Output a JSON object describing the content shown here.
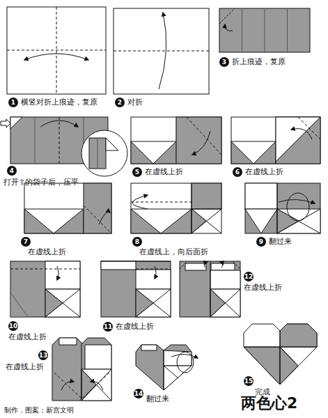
{
  "diagram": {
    "title": "两色心2",
    "caption": "制作．图案：新宫文明",
    "labels": [
      "1",
      "横竖对折上痕迹，复原",
      "2",
      "对折",
      "3",
      "折上痕迹，复原",
      "4",
      "打开⇧的袋子后，压平",
      "5",
      "在虚线上折",
      "6",
      "在虚线上折",
      "7",
      "在虚线上折",
      "8",
      "在虚线上，向后面折",
      "9",
      "翻过来",
      "10",
      "在虚线上折",
      "11",
      "在虚线上折",
      "12",
      "在虚线上折",
      "13",
      "在虚线上折",
      "14",
      "翻过来",
      "15",
      "完成"
    ]
  }
}
